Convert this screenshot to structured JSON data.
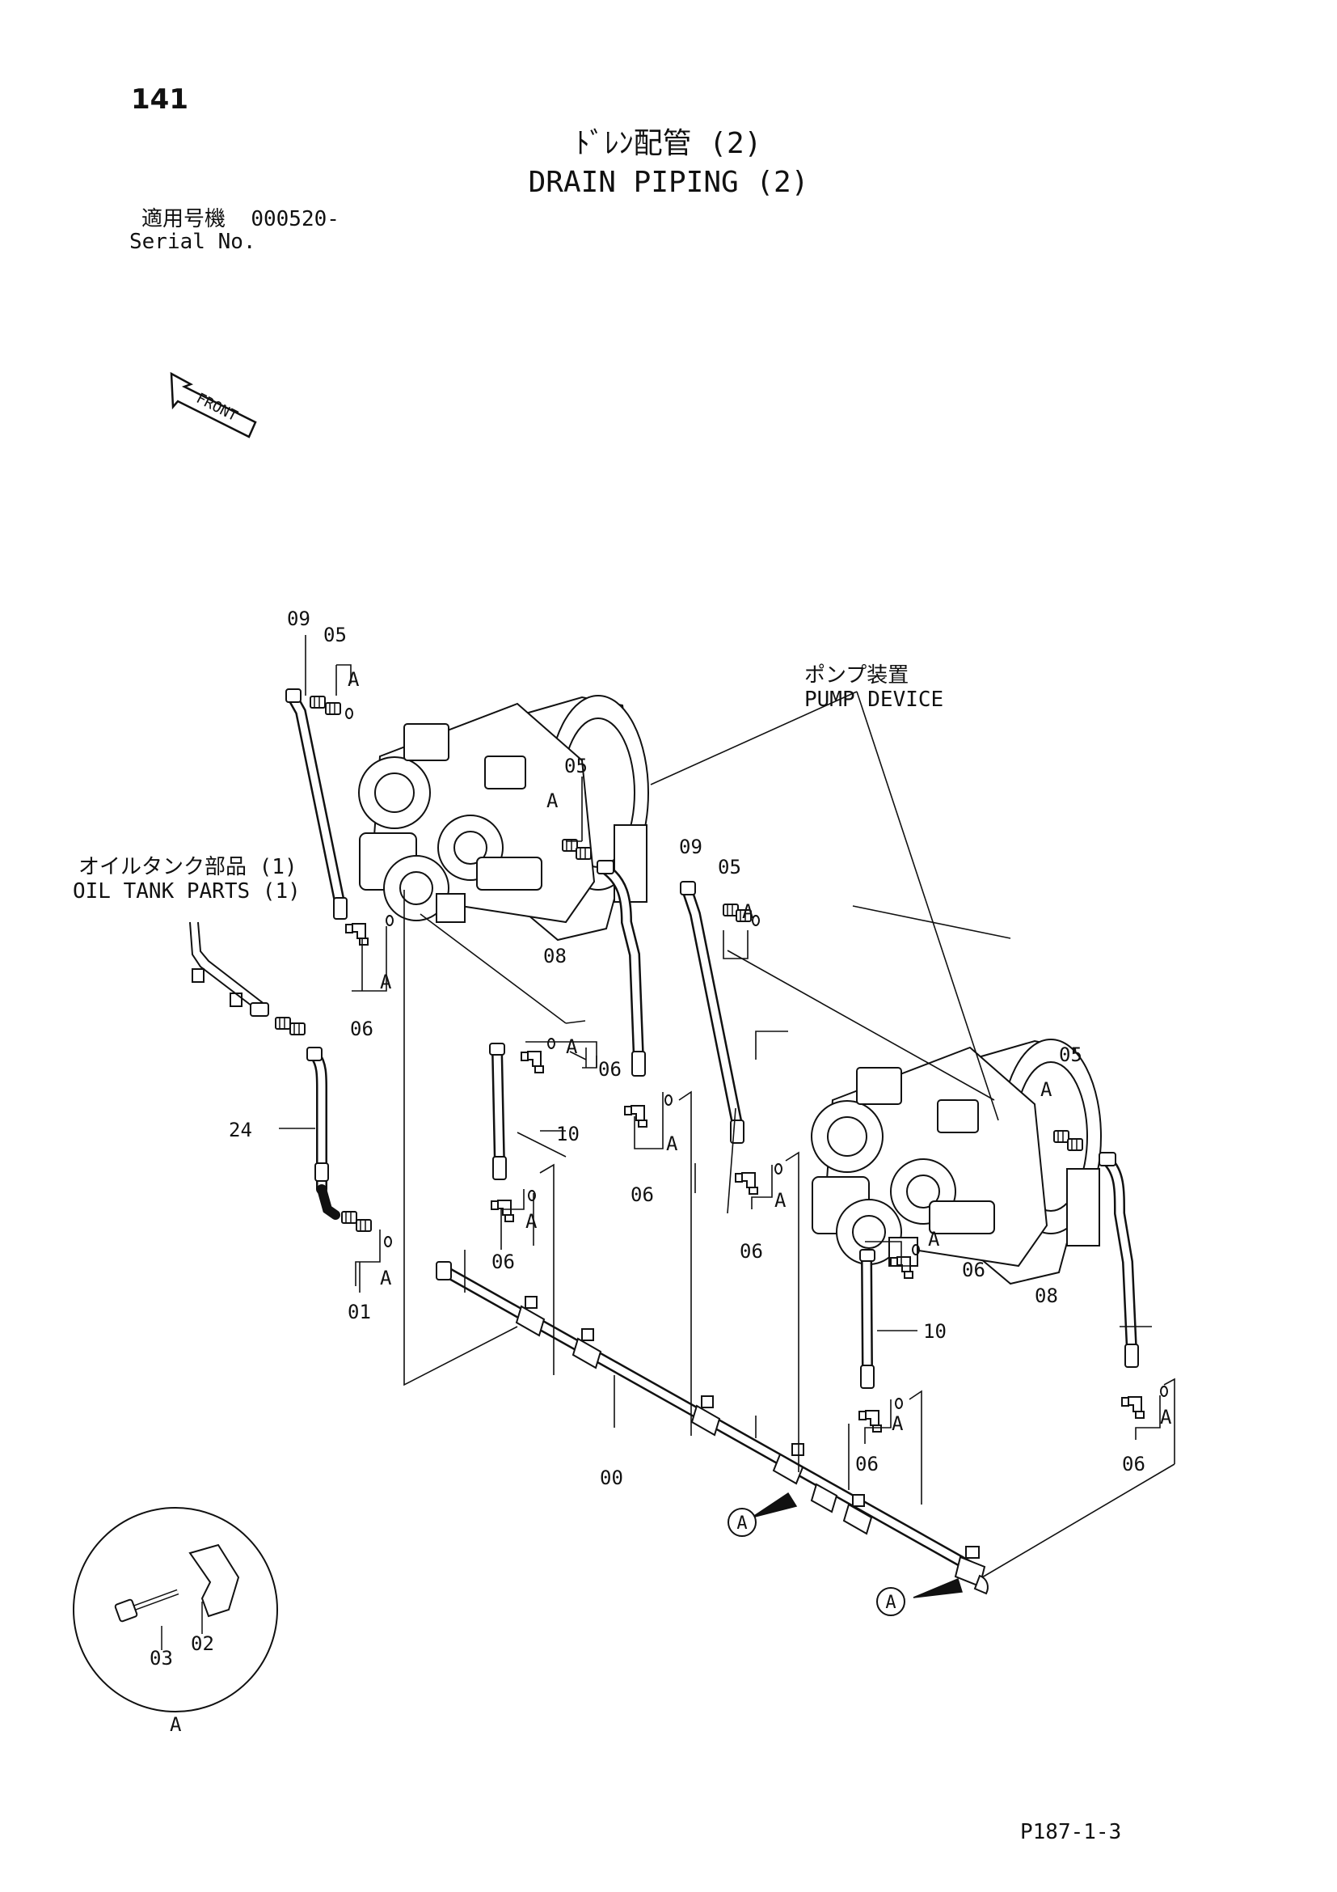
{
  "page_number": "141",
  "title": {
    "ja": "ﾄﾞﾚﾝ配管 (2)",
    "en": "DRAIN PIPING (2)"
  },
  "serial": {
    "label_ja": "適用号機",
    "value": "000520-",
    "label_en": "Serial No."
  },
  "front_marker": "FRONT",
  "callouts": {
    "oil_tank_ja": "オイルタンク部品 (1)",
    "oil_tank_en": "OIL TANK PARTS (1)",
    "pump_ja": "ポンプ装置",
    "pump_en": "PUMP DEVICE",
    "detail_ref": "A"
  },
  "part_labels": {
    "p00": "00",
    "p01": "01",
    "p02": "02",
    "p03": "03",
    "p05": "05",
    "p06": "06",
    "p08": "08",
    "p09": "09",
    "p10": "10",
    "p24": "24"
  },
  "page_code": "P187-1-3"
}
